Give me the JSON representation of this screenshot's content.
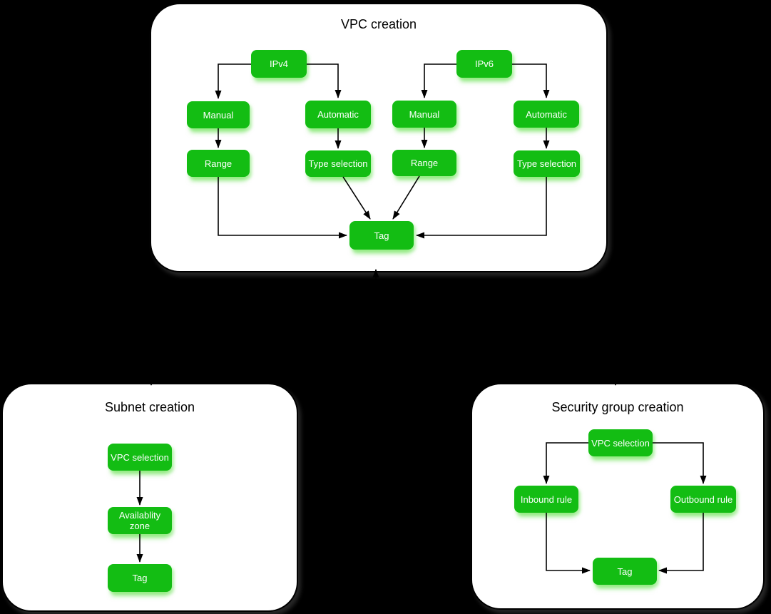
{
  "colors": {
    "bg": "#000000",
    "container_fill": "#ffffff",
    "container_border": "#000000",
    "node_fill": "#13bd13",
    "node_text": "#ffffff",
    "edge": "#000000",
    "title_text": "#000000"
  },
  "vpc": {
    "title": "VPC creation",
    "nodes": {
      "ipv4": "IPv4",
      "ipv6": "IPv6",
      "manual_v4": "Manual",
      "automatic_v4": "Automatic",
      "manual_v6": "Manual",
      "automatic_v6": "Automatic",
      "range_v4": "Range",
      "type_selection_v4": "Type selection",
      "range_v6": "Range",
      "type_selection_v6": "Type selection",
      "tag": "Tag"
    },
    "edges": [
      "IPv4 -> Manual",
      "IPv4 -> Automatic",
      "IPv6 -> Manual",
      "IPv6 -> Automatic",
      "Manual -> Range",
      "Automatic -> Type selection",
      "Range -> Tag",
      "Type selection -> Tag"
    ]
  },
  "subnet": {
    "title": "Subnet creation",
    "nodes": {
      "vpc_selection": "VPC selection",
      "availability_zone": "Availablity zone",
      "tag": "Tag"
    },
    "edges": [
      "VPC selection -> Availablity zone",
      "Availablity zone -> Tag"
    ]
  },
  "security": {
    "title": "Security group creation",
    "nodes": {
      "vpc_selection": "VPC selection",
      "inbound_rule": "Inbound rule",
      "outbound_rule": "Outbound rule",
      "tag": "Tag"
    },
    "edges": [
      "VPC selection -> Inbound rule",
      "VPC selection -> Outbound rule",
      "Inbound rule -> Tag",
      "Outbound rule -> Tag"
    ]
  },
  "inter_container_arrows": [
    "arrowhead into bottom of VPC creation",
    "arrowhead into top of Subnet creation",
    "arrowhead into top of Security group creation"
  ]
}
